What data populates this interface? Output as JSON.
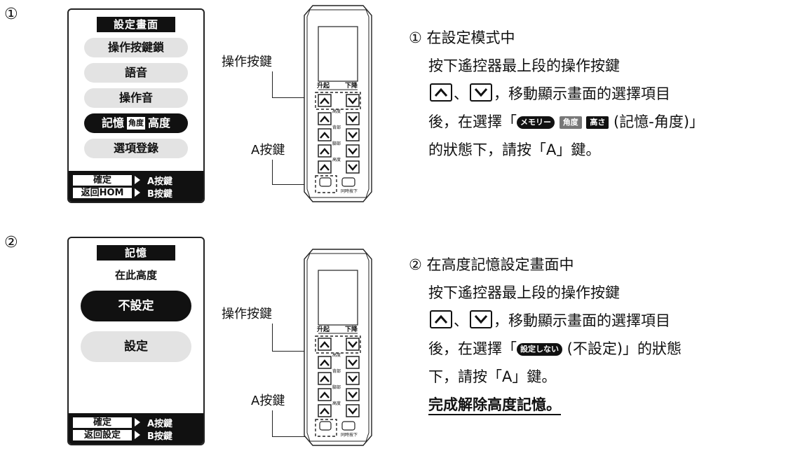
{
  "steps": [
    {
      "number": "①",
      "screen": {
        "title": "設定畫面",
        "items": [
          "操作按鍵鎖",
          "語音",
          "操作音",
          "選項登錄"
        ],
        "selected": {
          "a": "記憶",
          "b": "角度",
          "c": "高度"
        },
        "footer": [
          {
            "box": "確定",
            "key": "A按鍵"
          },
          {
            "box": "返回HOM",
            "key": "B按鍵"
          }
        ]
      },
      "remote": {
        "label_up": "升起",
        "label_down": "下降",
        "label_ops": [
          "高度",
          "背部",
          "腳部",
          "高度"
        ],
        "same_press": "同時按下"
      },
      "callouts": {
        "op_key": "操作按鍵",
        "a_key": "A按鍵"
      },
      "instruction": {
        "line1": "① 在設定模式中",
        "line2": "按下遙控器最上段的操作按鍵",
        "line3_sep": "、",
        "line3_rest": "，移動顯示畫面的選擇項目",
        "line4_pre": "後，在選擇「",
        "tag_memory": "メモリー",
        "tag_angle": "角度",
        "tag_height": "高さ",
        "line4_post": " (記憶-角度)」",
        "line5": "的狀態下，請按「A」鍵。"
      }
    },
    {
      "number": "②",
      "screen": {
        "title": "記憶",
        "subtitle": "在此高度",
        "option_selected": "不設定",
        "option_other": "設定",
        "footer": [
          {
            "box": "確定",
            "key": "A按鍵"
          },
          {
            "box": "返回設定",
            "key": "B按鍵"
          }
        ]
      },
      "remote": {
        "label_up": "升起",
        "label_down": "下降",
        "label_ops": [
          "高度",
          "背部",
          "腳部",
          "高度"
        ],
        "same_press": "同時按下"
      },
      "callouts": {
        "op_key": "操作按鍵",
        "a_key": "A按鍵"
      },
      "instruction": {
        "line1": "② 在高度記憶設定畫面中",
        "line2": "按下遙控器最上段的操作按鍵",
        "line3_sep": "、",
        "line3_rest": "，移動顯示畫面的選擇項目",
        "line4_pre": "後，在選擇「",
        "tag_notset": "設定しない",
        "line4_post": " (不設定)」的狀態",
        "line5": "下，請按「A」鍵。",
        "line6": "完成解除高度記憶。"
      }
    }
  ],
  "icons": [
    "up-arrow-key-icon",
    "down-arrow-key-icon",
    "remote-control-icon"
  ]
}
